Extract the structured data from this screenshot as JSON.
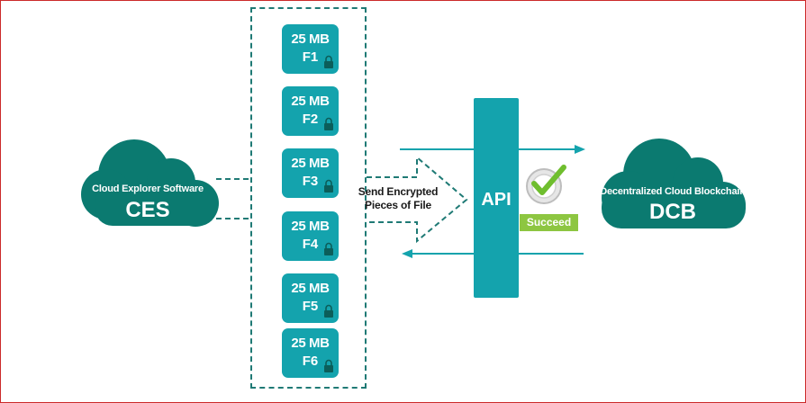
{
  "ces": {
    "subtitle": "Cloud Explorer Software",
    "title": "CES"
  },
  "dcb": {
    "subtitle": "Decentralized Cloud Blockchain",
    "title": "DCB"
  },
  "files": [
    {
      "size": "25 MB",
      "name": "F1"
    },
    {
      "size": "25 MB",
      "name": "F2"
    },
    {
      "size": "25 MB",
      "name": "F3"
    },
    {
      "size": "25 MB",
      "name": "F4"
    },
    {
      "size": "25 MB",
      "name": "F5"
    },
    {
      "size": "25 MB",
      "name": "F6"
    }
  ],
  "transfer": {
    "line1": "Send Encrypted",
    "line2": "Pieces of File"
  },
  "api": {
    "label": "API"
  },
  "status": {
    "label": "Succeed"
  },
  "colors": {
    "cloud": "#0b7a70",
    "tile": "#14a3ad",
    "api": "#14a3ad",
    "dashed": "#1f7a75",
    "succeed": "#8dc641",
    "frame": "#cc2a2a"
  },
  "icons": {
    "tile": "lock-icon",
    "status": "check-circle-icon"
  }
}
